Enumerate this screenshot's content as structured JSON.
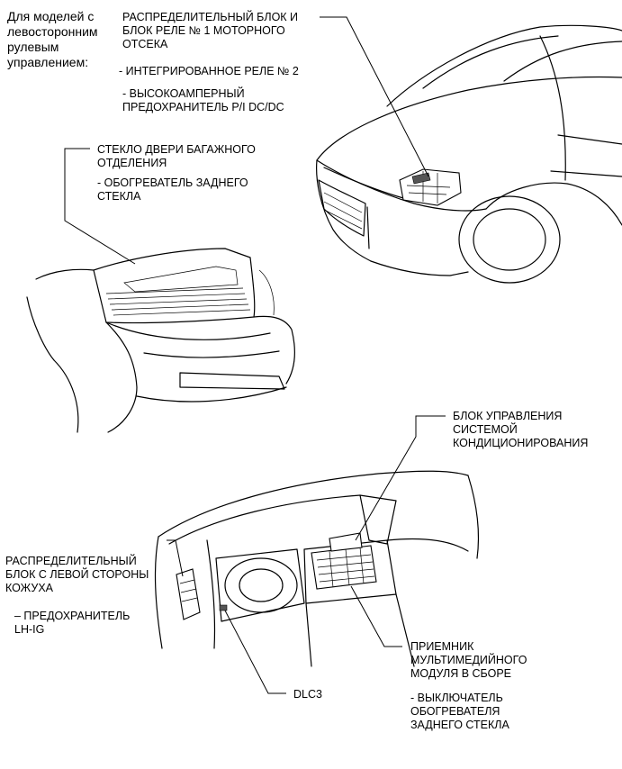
{
  "heading": "Для моделей с\nлевосторонним\nрулевым\nуправлением:",
  "callouts": {
    "engine_relay_block": "РАСПРЕДЕЛИТЕЛЬНЫЙ БЛОК И\nБЛОК РЕЛЕ № 1 МОТОРНОГО\nОТСЕКА",
    "integrated_relay": "- ИНТЕГРИРОВАННОЕ РЕЛЕ № 2",
    "high_amp_fuse": "- ВЫСОКОАМПЕРНЫЙ\nПРЕДОХРАНИТЕЛЬ P/I DC/DC",
    "back_door_glass": "СТЕКЛО ДВЕРИ БАГАЖНОГО\nОТДЕЛЕНИЯ",
    "rear_defogger": "- ОБОГРЕВАТЕЛЬ ЗАДНЕГО\nСТЕКЛА",
    "ac_control": "БЛОК УПРАВЛЕНИЯ\nСИСТЕМОЙ\nКОНДИЦИОНИРОВАНИЯ",
    "cowl_side_block": "РАСПРЕДЕЛИТЕЛЬНЫЙ\nБЛОК С ЛЕВОЙ СТОРОНЫ\nКОЖУХА",
    "lh_ig_fuse": "– ПРЕДОХРАНИТЕЛЬ\nLH-IG",
    "dlc3": "DLC3",
    "multimedia_receiver": "ПРИЕМНИК\nМУЛЬТИМЕДИЙНОГО\nМОДУЛЯ В СБОРЕ",
    "defogger_switch": "- ВЫКЛЮЧАТЕЛЬ\nОБОГРЕВАТЕЛЯ\nЗАДНЕГО СТЕКЛА"
  }
}
